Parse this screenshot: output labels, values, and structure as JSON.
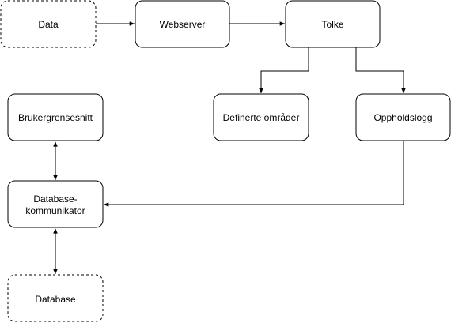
{
  "nodes": {
    "data": {
      "label": "Data"
    },
    "webserver": {
      "label": "Webserver"
    },
    "tolke": {
      "label": "Tolke"
    },
    "definerte": {
      "label": "Definerte områder"
    },
    "oppholdslogg": {
      "label": "Oppholdslogg"
    },
    "brukergrensesnitt": {
      "label": "Brukergrensesnitt"
    },
    "databasekommunikator": {
      "line1": "Database-",
      "line2": "kommunikator"
    },
    "database": {
      "label": "Database"
    }
  },
  "colors": {
    "stroke": "#000000",
    "fill": "#ffffff",
    "text": "#000000"
  }
}
